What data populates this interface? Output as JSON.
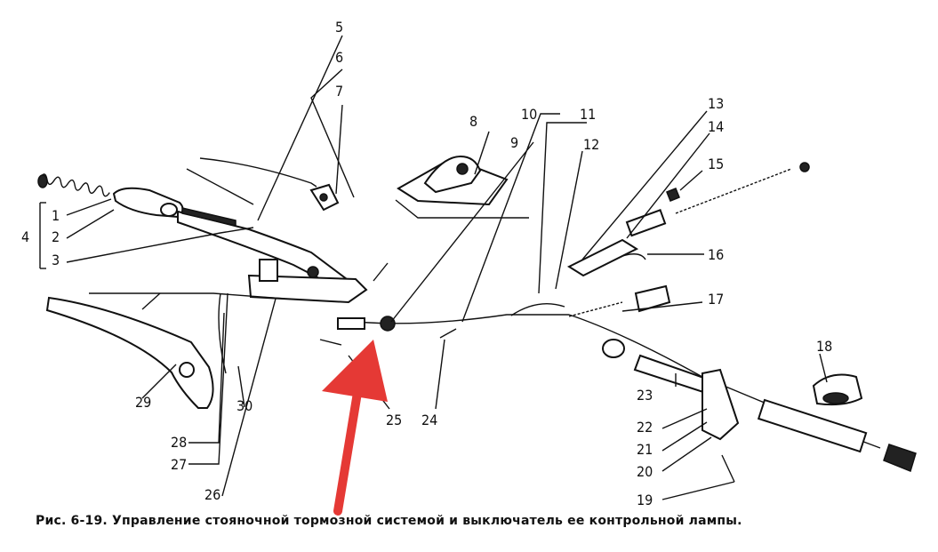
{
  "figure": {
    "caption": "Рис. 6-19. Управление стояночной тормозной системой и выключатель ее контрольной лампы."
  },
  "callouts": [
    {
      "id": "c1",
      "label": "1"
    },
    {
      "id": "c2",
      "label": "2"
    },
    {
      "id": "c3",
      "label": "3"
    },
    {
      "id": "c4",
      "label": "4"
    },
    {
      "id": "c5",
      "label": "5"
    },
    {
      "id": "c6",
      "label": "6"
    },
    {
      "id": "c7",
      "label": "7"
    },
    {
      "id": "c8",
      "label": "8"
    },
    {
      "id": "c9",
      "label": "9"
    },
    {
      "id": "c10",
      "label": "10"
    },
    {
      "id": "c11",
      "label": "11"
    },
    {
      "id": "c12",
      "label": "12"
    },
    {
      "id": "c13",
      "label": "13"
    },
    {
      "id": "c14",
      "label": "14"
    },
    {
      "id": "c15",
      "label": "15"
    },
    {
      "id": "c16",
      "label": "16"
    },
    {
      "id": "c17",
      "label": "17"
    },
    {
      "id": "c18",
      "label": "18"
    },
    {
      "id": "c19",
      "label": "19"
    },
    {
      "id": "c20",
      "label": "20"
    },
    {
      "id": "c21",
      "label": "21"
    },
    {
      "id": "c22",
      "label": "22"
    },
    {
      "id": "c23",
      "label": "23"
    },
    {
      "id": "c24",
      "label": "24"
    },
    {
      "id": "c25",
      "label": "25"
    },
    {
      "id": "c26",
      "label": "26"
    },
    {
      "id": "c27",
      "label": "27"
    },
    {
      "id": "c28",
      "label": "28"
    },
    {
      "id": "c29",
      "label": "29"
    },
    {
      "id": "c30",
      "label": "30"
    }
  ],
  "annotation": {
    "arrow_color": "#e53935"
  }
}
